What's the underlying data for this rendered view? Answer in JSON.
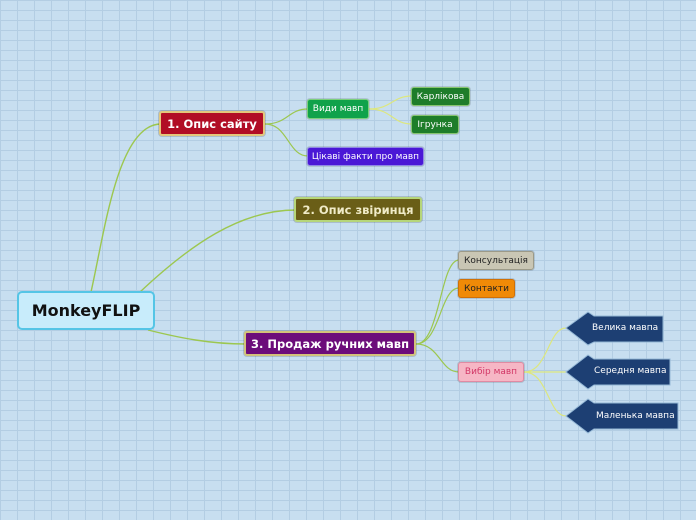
{
  "colors": {
    "background": "#c7def0",
    "connector": "#9cc74f",
    "connector_light": "#dde77e",
    "arrow_fill": "#1d3f73"
  },
  "mindmap": {
    "root": {
      "label": "MonkeyFLIP"
    },
    "topics": [
      {
        "label": "1. Опис сайту",
        "children": [
          {
            "label": "Види мавп",
            "children": [
              {
                "label": "Карлікова"
              },
              {
                "label": "Ігрунка"
              }
            ]
          },
          {
            "label": "Цікаві факти про мавп"
          }
        ]
      },
      {
        "label": "2. Опис звіринця"
      },
      {
        "label": "3. Продаж ручних мавп",
        "children": [
          {
            "label": "Консультація"
          },
          {
            "label": "Контакти"
          },
          {
            "label": "Вибір мавп",
            "children": [
              {
                "label": "Велика мавпа"
              },
              {
                "label": "Середня мавпа"
              },
              {
                "label": "Маленька мавпа"
              }
            ]
          }
        ]
      }
    ]
  }
}
